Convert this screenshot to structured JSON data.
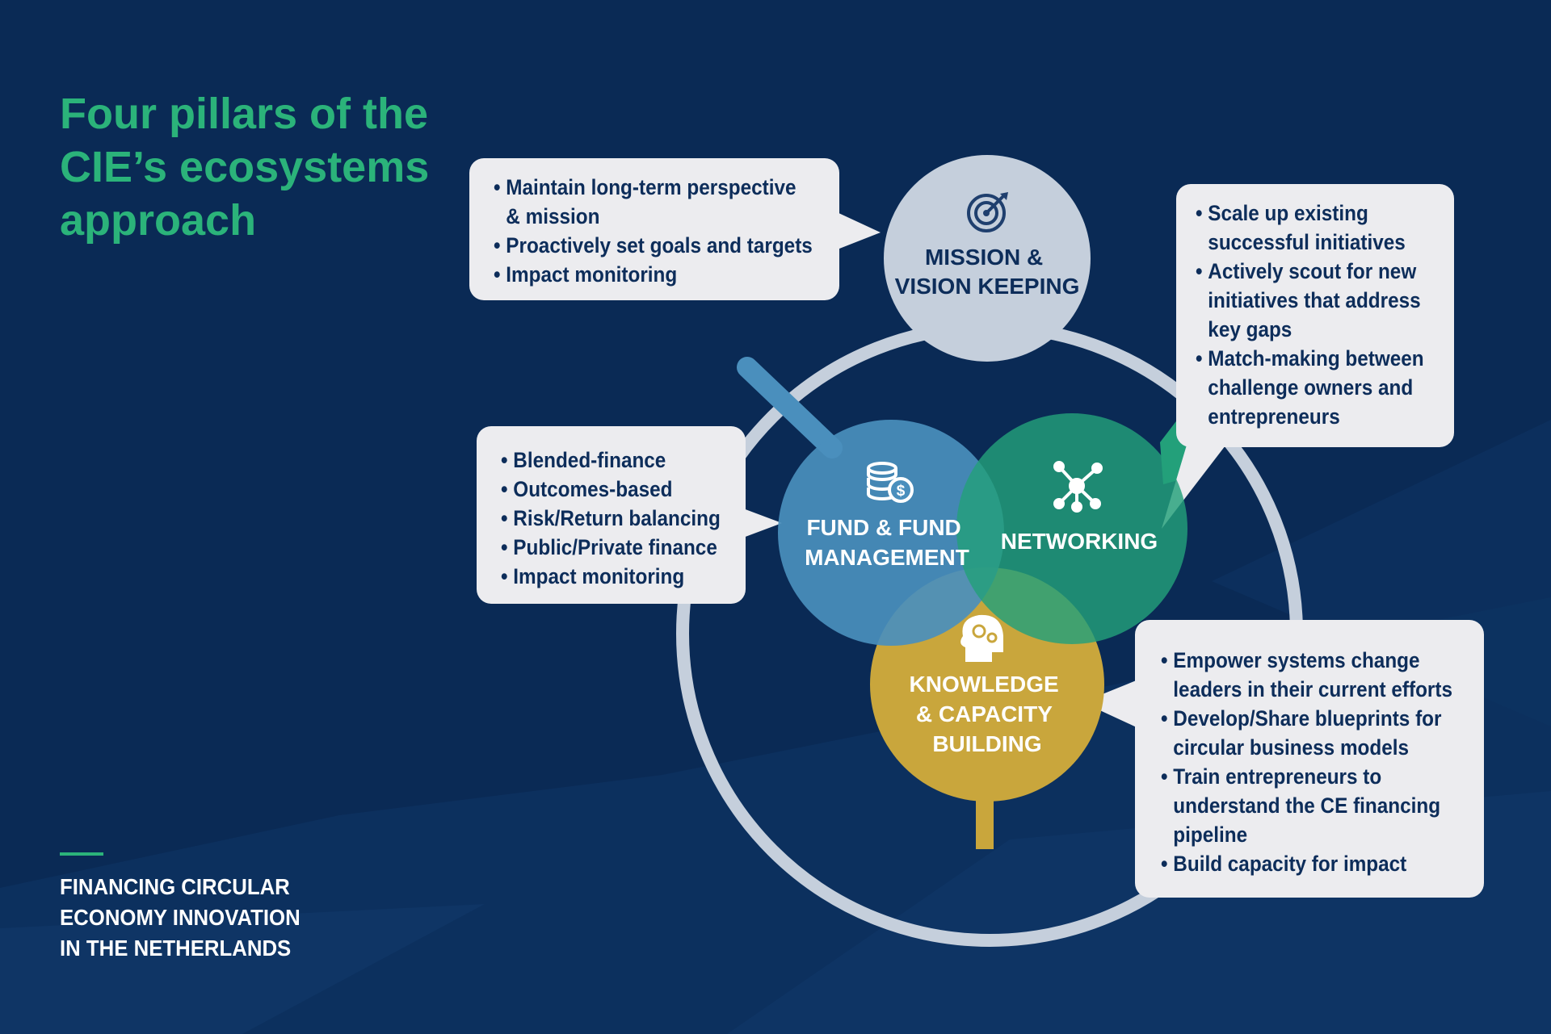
{
  "title_lines": [
    "Four pillars of the",
    "CIE’s ecosystems",
    "approach"
  ],
  "subtitle_lines": [
    "FINANCING CIRCULAR",
    "ECONOMY INNOVATION",
    "IN THE NETHERLANDS"
  ],
  "colors": {
    "background": "#0a2a55",
    "accent_green": "#2bb37a",
    "ring": "#c5cfdc",
    "mission_circle": "#c5cfdc",
    "fund_circle": "#4a8fbd",
    "networking_circle": "#23a07a",
    "knowledge_circle": "#c9a63c",
    "bubble": "#ececef",
    "bubble_text": "#0d2d5a"
  },
  "pillars": {
    "mission": {
      "label_lines": [
        "MISSION &",
        "VISION KEEPING"
      ],
      "icon": "target-icon",
      "bullets": [
        [
          "Maintain long-term perspective",
          "& mission"
        ],
        [
          "Proactively set goals and targets"
        ],
        [
          "Impact monitoring"
        ]
      ]
    },
    "fund": {
      "label_lines": [
        "FUND & FUND",
        "MANAGEMENT"
      ],
      "icon": "coins-icon",
      "bullets": [
        [
          "Blended-finance"
        ],
        [
          "Outcomes-based"
        ],
        [
          "Risk/Return balancing"
        ],
        [
          "Public/Private finance"
        ],
        [
          "Impact monitoring"
        ]
      ]
    },
    "networking": {
      "label_lines": [
        "NETWORKING"
      ],
      "icon": "network-icon",
      "bullets": [
        [
          "Scale up existing",
          "successful initiatives"
        ],
        [
          "Actively scout for new",
          "initiatives that address",
          "key gaps"
        ],
        [
          "Match-making between",
          "challenge owners and",
          "entrepreneurs"
        ]
      ]
    },
    "knowledge": {
      "label_lines": [
        "KNOWLEDGE",
        "& CAPACITY",
        "BUILDING"
      ],
      "icon": "brain-gears-icon",
      "bullets": [
        [
          "Empower systems change",
          "leaders in their current efforts"
        ],
        [
          "Develop/Share blueprints for",
          "circular business models"
        ],
        [
          "Train entrepreneurs to",
          "understand the CE financing",
          "pipeline"
        ],
        [
          "Build capacity for impact"
        ]
      ]
    }
  }
}
